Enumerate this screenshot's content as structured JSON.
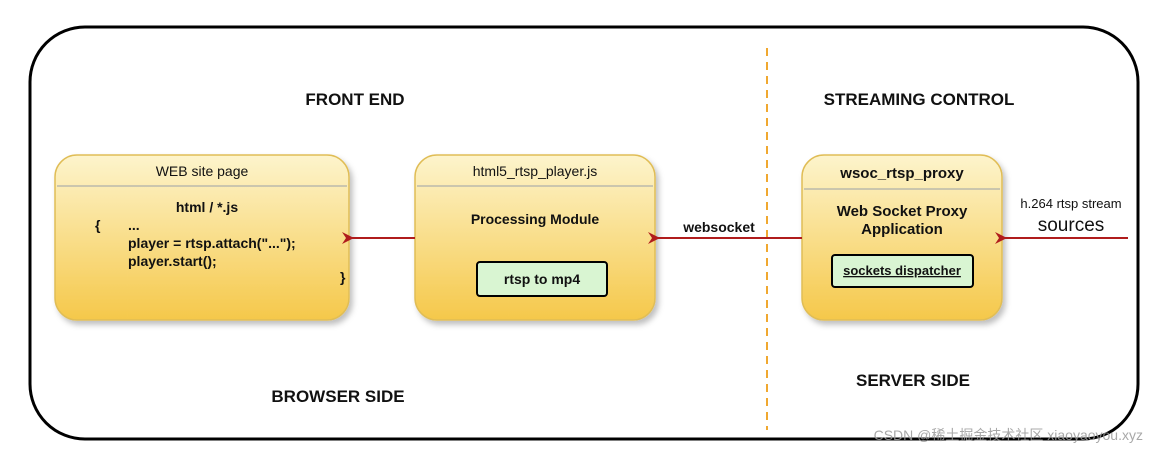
{
  "sections": {
    "front_end": "FRONT END",
    "streaming_control": "STREAMING CONTROL",
    "browser_side": "BROWSER SIDE",
    "server_side": "SERVER SIDE"
  },
  "web_page_box": {
    "title": "WEB site page",
    "code_header": "html / *.js",
    "code_open_brace": "{",
    "code_line1": "...",
    "code_line2": "player = rtsp.attach(\"...\");",
    "code_line3": "player.start();",
    "code_close_brace": "}"
  },
  "player_box": {
    "title": "html5_rtsp_player.js",
    "subtitle": "Processing Module",
    "inner_label": "rtsp to mp4"
  },
  "proxy_box": {
    "title": "wsoc_rtsp_proxy",
    "subtitle_line1": "Web Socket Proxy",
    "subtitle_line2": "Application",
    "inner_label": "sockets dispatcher"
  },
  "connections": {
    "websocket_label": "websocket",
    "source_label_line1": "h.264 rtsp stream",
    "source_label_line2": "sources"
  },
  "watermark": "CSDN @稀土掘金技术社区 xiaoyaoyou.xyz",
  "colors": {
    "box_fill_top": "#fdf3c6",
    "box_fill_bottom": "#f6c94e",
    "box_stroke": "#d6b656",
    "inner_fill": "#d5f5d0",
    "arrow": "#b01c1c",
    "divider": "#f0a830"
  }
}
